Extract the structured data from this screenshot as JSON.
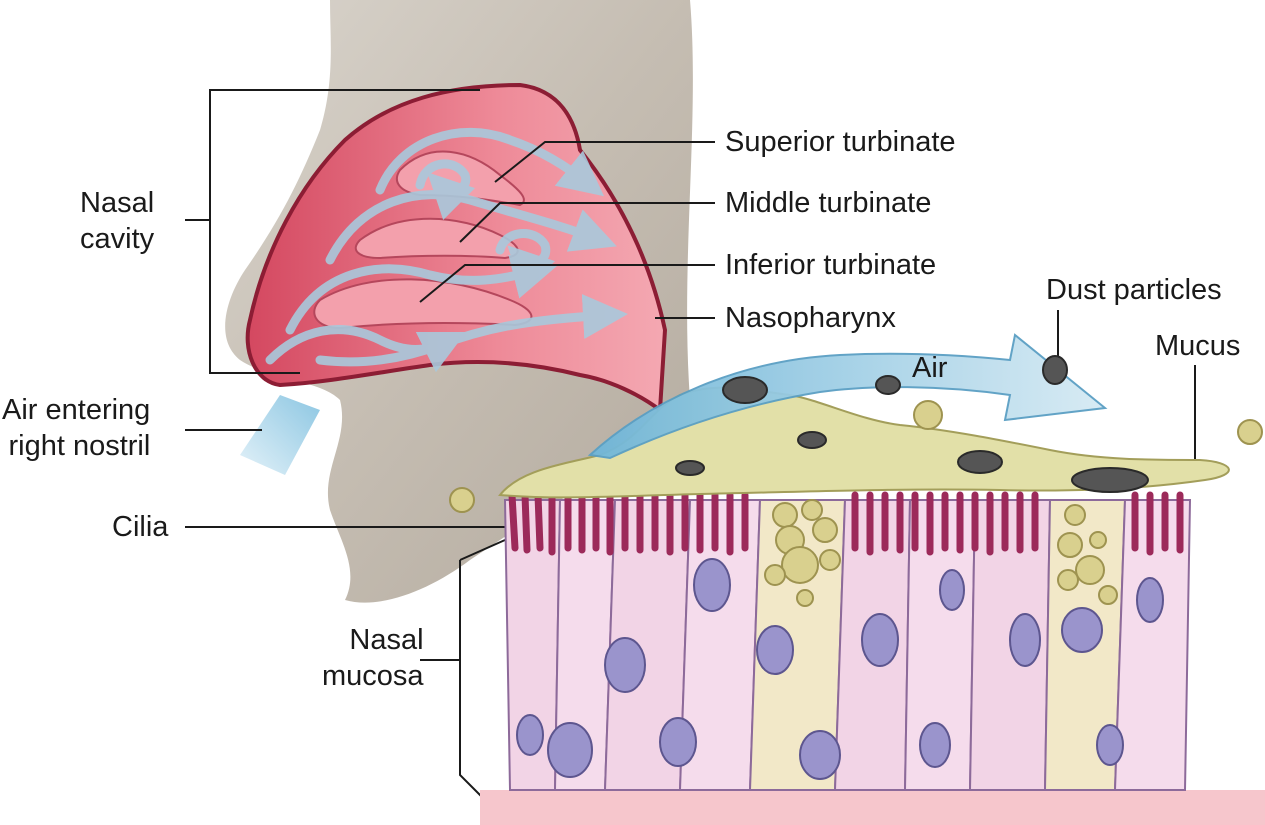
{
  "labels": {
    "nasal_cavity": [
      "Nasal",
      "cavity"
    ],
    "superior_turbinate": "Superior turbinate",
    "middle_turbinate": "Middle turbinate",
    "inferior_turbinate": "Inferior turbinate",
    "nasopharynx": "Nasopharynx",
    "dust_particles": "Dust particles",
    "mucus": "Mucus",
    "air": "Air",
    "air_entering": [
      "Air entering",
      "right nostril"
    ],
    "cilia": "Cilia",
    "nasal_mucosa": [
      "Nasal",
      "mucosa"
    ]
  },
  "colors": {
    "skin": "#c9c2b8",
    "cavity": "#e8788a",
    "airflow": "#b8d4e6",
    "mucus": "#e2e0a8",
    "cell": "#f2d4e6",
    "nucleus": "#9a94cc",
    "cilia": "#9c2a5a",
    "dust": "#555555"
  }
}
